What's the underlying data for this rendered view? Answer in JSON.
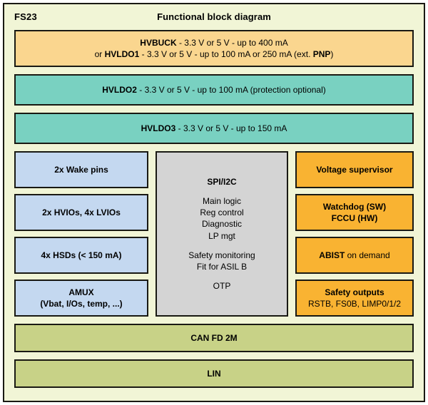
{
  "header": {
    "part_name": "FS23",
    "title": "Functional block diagram"
  },
  "colors": {
    "canvas": "#f1f5d6",
    "border": "#191913",
    "buck": "#fad68f",
    "ldo": "#79d1c1",
    "io": "#c4d8f0",
    "core": "#d4d4d4",
    "safety": "#f9b332",
    "bus": "#c8d287"
  },
  "regulators": {
    "buck": {
      "line1_bold": "HVBUCK",
      "line1_rest": " - 3.3 V or 5 V - up to 400 mA",
      "line2_pre": "or ",
      "line2_bold": "HVLDO1",
      "line2_mid": " - 3.3 V or 5 V - up to 100 mA or 250 mA (ext. ",
      "line2_bold2": "PNP",
      "line2_post": ")"
    },
    "ldo2": {
      "bold": "HVLDO2",
      "rest": " - 3.3 V or 5 V - up to 100 mA (protection optional)"
    },
    "ldo3": {
      "bold": "HVLDO3",
      "rest": " - 3.3 V or 5 V - up to 150 mA"
    }
  },
  "io_blocks": [
    {
      "label": "2x Wake pins"
    },
    {
      "label": "2x HVIOs, 4x LVIOs"
    },
    {
      "label": "4x HSDs (< 150 mA)"
    }
  ],
  "amux": {
    "line1": "AMUX",
    "line2": "(Vbat, I/Os, temp, ...)"
  },
  "core": {
    "interface": "SPI/I2C",
    "functions": [
      "Main logic",
      "Reg control",
      "Diagnostic",
      "LP mgt"
    ],
    "safety": [
      "Safety monitoring",
      "Fit for ASIL B"
    ],
    "memory": "OTP"
  },
  "safety_blocks": {
    "voltage_supervisor": "Voltage supervisor",
    "watchdog_line1": "Watchdog (SW)",
    "watchdog_line2": "FCCU (HW)",
    "abist_bold": "ABIST",
    "abist_rest": " on demand",
    "outputs_line1": "Safety outputs",
    "outputs_line2": "RSTB, FS0B, LIMP0/1/2"
  },
  "bus_blocks": [
    {
      "label": "CAN FD 2M"
    },
    {
      "label": "LIN"
    }
  ]
}
